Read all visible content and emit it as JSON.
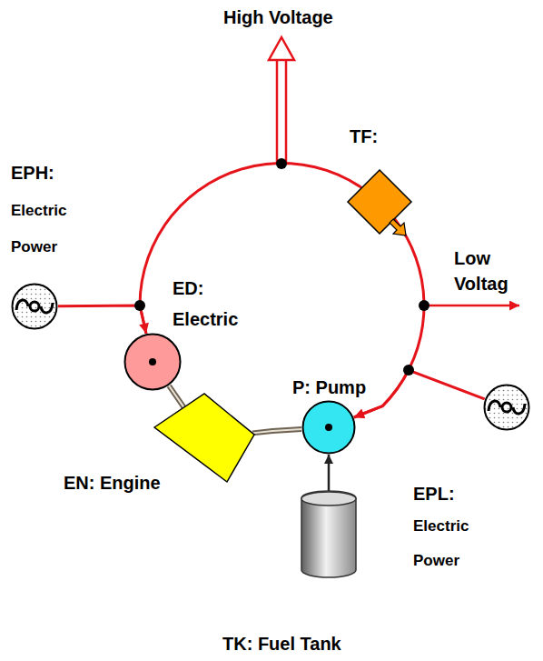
{
  "diagram": {
    "nodes": [
      {
        "text": [
          "TF:"
        ]
      },
      {
        "text": [
          "EPH:",
          "Electric Power"
        ]
      },
      {
        "text": [
          "ED: Electric"
        ]
      },
      {
        "text": [
          "P: Pump"
        ]
      },
      {
        "text": [
          "EN: Engine"
        ]
      },
      {
        "text": [
          "EPL:",
          "Electric Power"
        ]
      },
      {
        "text": [
          "TK: Fuel Tank"
        ]
      }
    ],
    "edges": [
      {
        "from": 1,
        "to": 2,
        "arrow": "to"
      },
      {
        "from": 2,
        "to": 0,
        "arrow": "to"
      },
      {
        "from": 0,
        "to": 3,
        "arrow": "to"
      },
      {
        "from": 5,
        "to": 3,
        "arrow": "to"
      },
      {
        "from": 2,
        "to": 4,
        "arrow": "none"
      },
      {
        "from": 4,
        "to": 3,
        "arrow": "none"
      },
      {
        "from": 6,
        "to": 3,
        "arrow": "to"
      }
    ],
    "labels": [
      "High Voltage",
      "Low Voltag"
    ]
  }
}
